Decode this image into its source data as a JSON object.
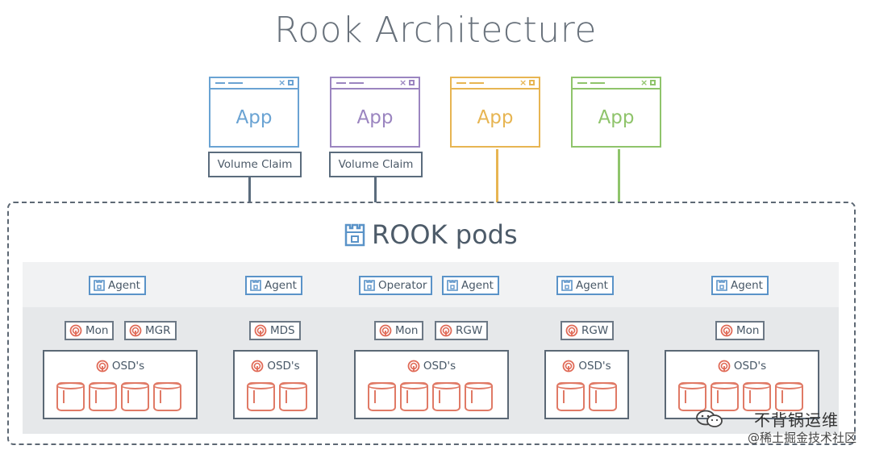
{
  "title": "Rook Architecture",
  "apps": [
    {
      "label": "App",
      "color": "#6aa3d3"
    },
    {
      "label": "App",
      "color": "#9b85c0"
    },
    {
      "label": "App",
      "color": "#e7b552"
    },
    {
      "label": "App",
      "color": "#8fc46b"
    }
  ],
  "volume_claims": [
    "Volume Claim",
    "Volume Claim"
  ],
  "rook": {
    "brand": "ROOK",
    "suffix": "pods"
  },
  "agents": [
    "Agent",
    "Agent",
    "Operator",
    "Agent",
    "Agent",
    "Agent"
  ],
  "daemons": [
    "Mon",
    "MGR",
    "MDS",
    "Mon",
    "RGW",
    "RGW",
    "Mon"
  ],
  "osd_groups": [
    {
      "label": "OSD's",
      "disks": 4
    },
    {
      "label": "OSD's",
      "disks": 2
    },
    {
      "label": "OSD's",
      "disks": 4
    },
    {
      "label": "OSD's",
      "disks": 2
    },
    {
      "label": "OSD's",
      "disks": 4
    }
  ],
  "watermark": {
    "main": "不背锅运维",
    "sub": "@稀土掘金技术社区"
  },
  "icons": {
    "agent": "castle-icon",
    "daemon": "ceph-icon",
    "rook": "castle-icon"
  },
  "colors": {
    "agent_border": "#5a93c8",
    "daemon_border": "#6c7885",
    "disk": "#e07a66",
    "ceph": "#e06a57"
  }
}
